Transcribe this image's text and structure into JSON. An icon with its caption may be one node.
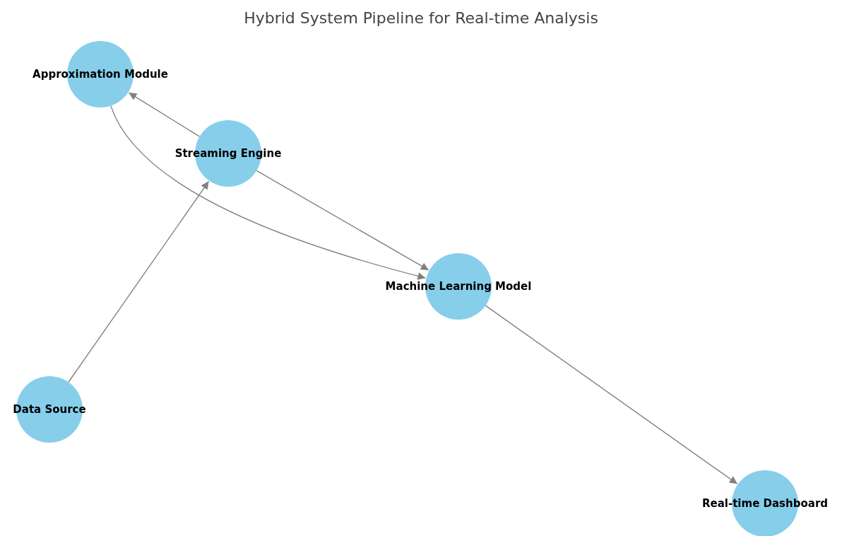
{
  "diagram": {
    "title": "Hybrid System Pipeline for Real-time Analysis",
    "nodes": [
      {
        "text": [
          "Approximation Module"
        ]
      },
      {
        "text": [
          "Streaming Engine"
        ]
      },
      {
        "text": [
          "Machine Learning Model"
        ]
      },
      {
        "text": [
          "Data Source"
        ]
      },
      {
        "text": [
          "Real-time Dashboard"
        ]
      }
    ],
    "edges": [
      {
        "from": 3,
        "to": 1,
        "arrow": "to"
      },
      {
        "from": 1,
        "to": 0,
        "arrow": "to"
      },
      {
        "from": 0,
        "to": 2,
        "arrow": "to"
      },
      {
        "from": 1,
        "to": 2,
        "arrow": "to"
      },
      {
        "from": 2,
        "to": 4,
        "arrow": "to"
      }
    ]
  }
}
